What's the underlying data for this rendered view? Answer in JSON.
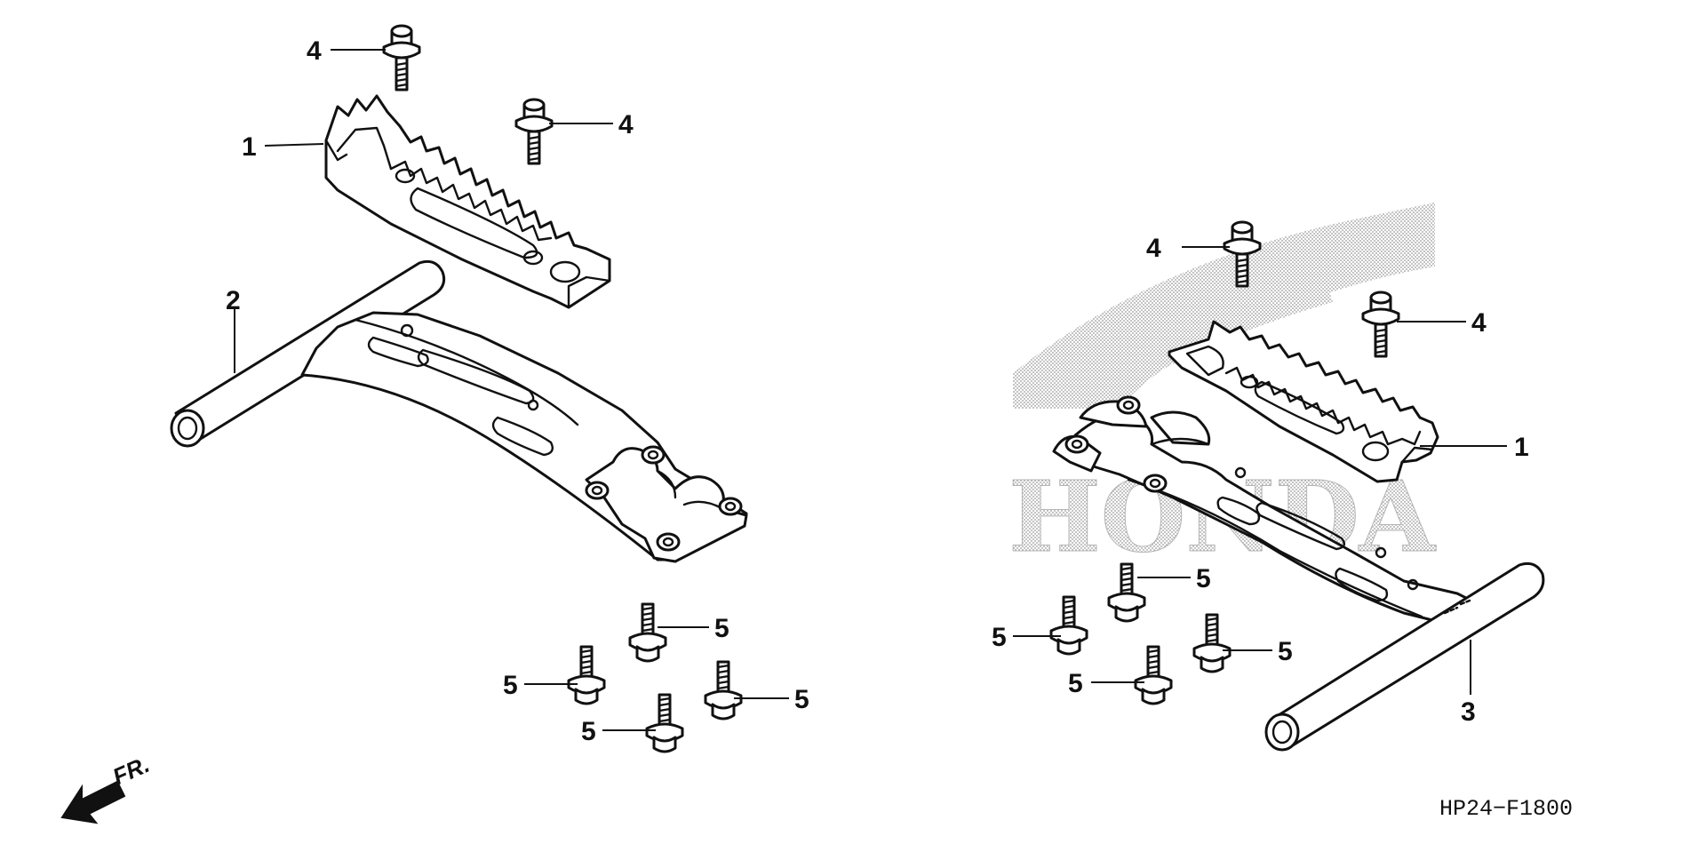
{
  "diagram": {
    "code": "HP24−F1800",
    "watermark": "HONDA",
    "front_indicator": "FR.",
    "callouts": {
      "c1_left": "1",
      "c1_right": "1",
      "c2": "2",
      "c3": "3",
      "c4_tl": "4",
      "c4_tr": "4",
      "c4_rl": "4",
      "c4_rr": "4",
      "c5_l1": "5",
      "c5_l2": "5",
      "c5_l3": "5",
      "c5_l4": "5",
      "c5_r1": "5",
      "c5_r2": "5",
      "c5_r3": "5",
      "c5_r4": "5"
    }
  }
}
